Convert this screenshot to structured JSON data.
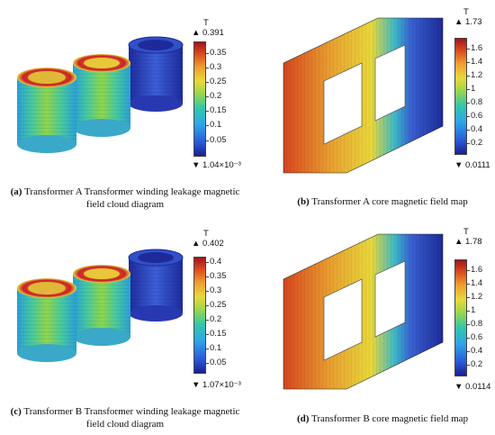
{
  "panels": {
    "a": {
      "unit": "T",
      "max_label": "▲ 0.391",
      "min_label": "▼ 1.04×10⁻³",
      "ticks": [
        "0.35",
        "0.3",
        "0.25",
        "0.2",
        "0.15",
        "0.1",
        "0.05"
      ],
      "caption_tag": "(a)",
      "caption_line1": "Transformer A Transformer winding leakage magnetic",
      "caption_line2": "field cloud diagram"
    },
    "b": {
      "unit": "T",
      "max_label": "▲ 1.73",
      "min_label": "▼ 0.0111",
      "ticks": [
        "1.6",
        "1.4",
        "1.2",
        "1",
        "0.8",
        "0.6",
        "0.4",
        "0.2"
      ],
      "caption_tag": "(b)",
      "caption_line1": "Transformer A core magnetic field map"
    },
    "c": {
      "unit": "T",
      "max_label": "▲ 0.402",
      "min_label": "▼ 1.07×10⁻³",
      "ticks": [
        "0.4",
        "0.35",
        "0.3",
        "0.25",
        "0.2",
        "0.15",
        "0.1",
        "0.05"
      ],
      "caption_tag": "(c)",
      "caption_line1": "Transformer B Transformer winding leakage magnetic",
      "caption_line2": "field cloud diagram"
    },
    "d": {
      "unit": "T",
      "max_label": "▲ 1.78",
      "min_label": "▼ 0.0114",
      "ticks": [
        "1.6",
        "1.4",
        "1.2",
        "1",
        "0.8",
        "0.6",
        "0.4",
        "0.2"
      ],
      "caption_tag": "(d)",
      "caption_line1": "Transformer B core magnetic field map"
    }
  },
  "colors": {
    "low": "#1a1f8f",
    "mid": "#9ed64a",
    "high": "#a0141a"
  }
}
